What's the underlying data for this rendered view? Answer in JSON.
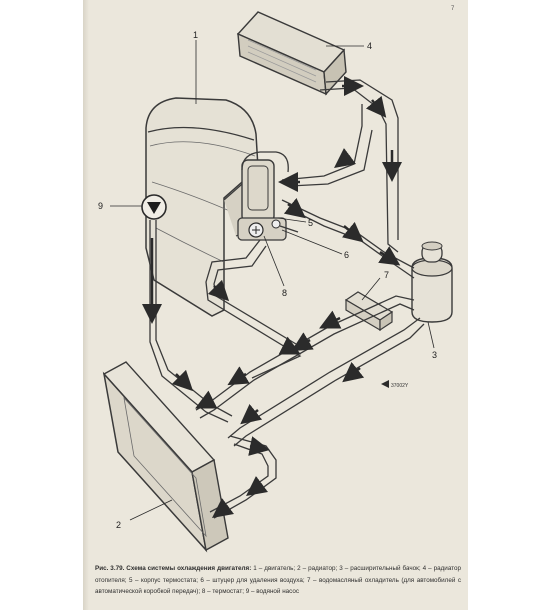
{
  "figure": {
    "page_mark": "7",
    "stamp_id": "37002Y",
    "callouts": [
      {
        "id": "1",
        "label": "1"
      },
      {
        "id": "2",
        "label": "2"
      },
      {
        "id": "3",
        "label": "3"
      },
      {
        "id": "4",
        "label": "4"
      },
      {
        "id": "5",
        "label": "5"
      },
      {
        "id": "6",
        "label": "6"
      },
      {
        "id": "7",
        "label": "7"
      },
      {
        "id": "8",
        "label": "8"
      },
      {
        "id": "9",
        "label": "9"
      }
    ],
    "caption": {
      "title": "Рис. 3.79. Схема системы охлаждения двигателя:",
      "body": " 1 – двигатель; 2 – радиатор; 3 – расширительный бачок; 4 – радиатор отопителя; 5 – корпус термостата; 6 – штуцер для удаления воздуха; 7 – водомасляный охладитель (для автомобилей с автоматической коробкой передач); 8 – термостат; 9 – водяной насос"
    },
    "colors": {
      "paper": "#ebe7dc",
      "ink": "#2b2b2b",
      "line": "#3a3a3a"
    }
  }
}
